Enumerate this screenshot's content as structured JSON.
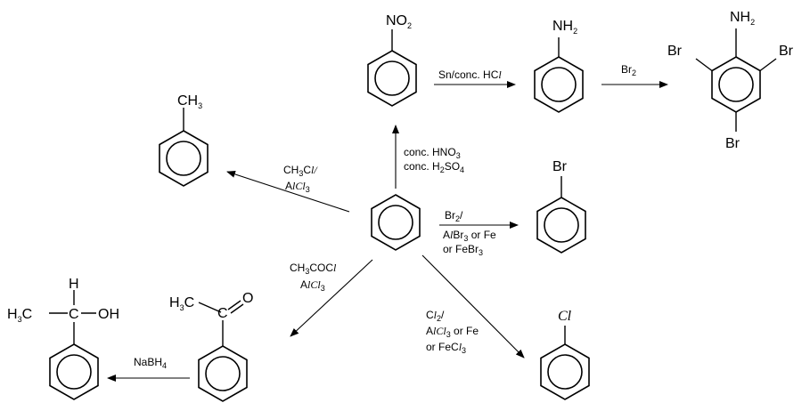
{
  "molecules": {
    "benzene": {},
    "toluene": {
      "substituent": "CH",
      "substituent_sub": "3"
    },
    "nitrobenzene": {
      "substituent": "NO",
      "substituent_sub": "2"
    },
    "aniline": {
      "substituent": "NH",
      "substituent_sub": "2"
    },
    "tribromoaniline": {
      "top": "NH",
      "top_sub": "2",
      "left": "Br",
      "right": "Br",
      "bottom": "Br"
    },
    "bromobenzene": {
      "substituent": "Br"
    },
    "chlorobenzene": {
      "substituent": "Cl"
    },
    "acetophenone": {
      "methyl": "H",
      "methyl_C": "C",
      "methyl_sub": "3",
      "carbon": "C",
      "oxygen": "O"
    },
    "phenylethanol": {
      "h_atom": "H",
      "methyl": "H",
      "methyl_C": "C",
      "methyl_sub": "3",
      "carbon": "C",
      "hydroxyl": "OH"
    }
  },
  "reagents": {
    "methylation": {
      "line1_a": "CH",
      "line1_sub": "3",
      "line1_b": "C",
      "line1_c": "l/",
      "line2_a": "A",
      "line2_b": "lC",
      "line2_c": "l",
      "line2_sub": "3"
    },
    "nitration": {
      "line1_a": "conc. HNO",
      "line1_sub": "3",
      "line2_a": "conc. H",
      "line2_sub": "2",
      "line2_b": "SO",
      "line2_sub2": "4"
    },
    "reduction": {
      "text": "Sn/conc. HC",
      "ital": "l"
    },
    "bromination_aniline": {
      "text": "Br",
      "sub": "2"
    },
    "bromination": {
      "line1_a": "Br",
      "line1_sub": "2",
      "line1_b": "/",
      "line2_a": "A",
      "line2_b": "l",
      "line2_c": "Br",
      "line2_sub": "3",
      "line2_d": " or Fe",
      "line3_a": "or FeBr",
      "line3_sub": "3"
    },
    "acylation": {
      "line1_a": "CH",
      "line1_sub": "3",
      "line1_b": "COC",
      "line1_c": "l",
      "line2_a": "A",
      "line2_b": "lC",
      "line2_c": "l",
      "line2_sub": "3"
    },
    "chlorination": {
      "line1_a": "C",
      "line1_b": "l",
      "line1_sub": "2",
      "line1_c": "/",
      "line2_a": "A",
      "line2_b": "lC",
      "line2_c": "l",
      "line2_sub": "3",
      "line2_d": " or Fe",
      "line3_a": "or FeC",
      "line3_b": "l",
      "line3_sub": "3"
    },
    "reduction_ketone": {
      "text": "NaBH",
      "sub": "4"
    }
  }
}
